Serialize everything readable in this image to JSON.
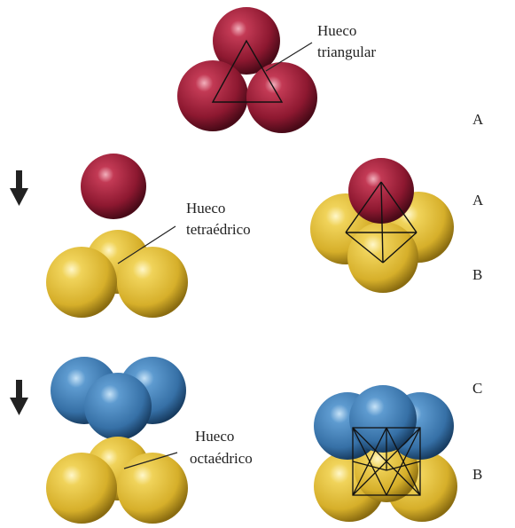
{
  "labels": {
    "triangular_line1": "Hueco",
    "triangular_line2": "triangular",
    "tetra_line1": "Hueco",
    "tetra_line2": "tetraédrico",
    "octa_line1": "Hueco",
    "octa_line2": "octaédrico"
  },
  "layers": {
    "row1": "A",
    "row2_top": "A",
    "row2_bottom": "B",
    "row3_top": "C",
    "row3_bottom": "B"
  },
  "colors": {
    "red": "#9b1c35",
    "yellow": "#e2c23a",
    "blue": "#3f7fb8",
    "arrow": "#222222"
  },
  "icons": [
    "down-arrow-icon",
    "down-arrow-icon"
  ]
}
